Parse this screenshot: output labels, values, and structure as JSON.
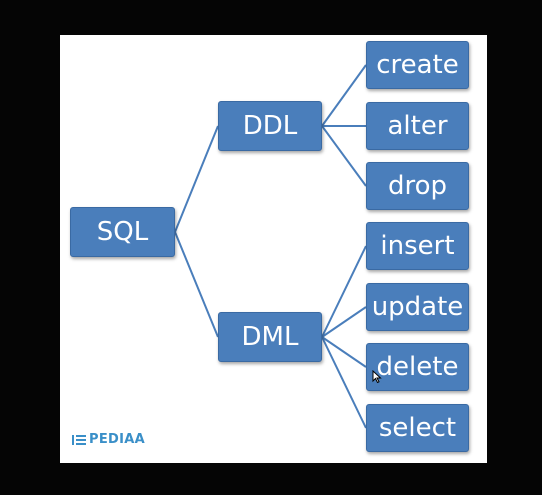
{
  "diagram": {
    "root": "SQL",
    "branches": [
      {
        "label": "DDL",
        "children": [
          "create",
          "alter",
          "drop"
        ]
      },
      {
        "label": "DML",
        "children": [
          "insert",
          "update",
          "delete",
          "select"
        ]
      }
    ]
  },
  "brand": {
    "text": "PEDIAA",
    "icon": "list-icon"
  },
  "colors": {
    "box": "#4a7ebb",
    "connector": "#4a7ebb",
    "brand": "#3a8fc8",
    "background": "#050505",
    "panel": "#ffffff"
  }
}
